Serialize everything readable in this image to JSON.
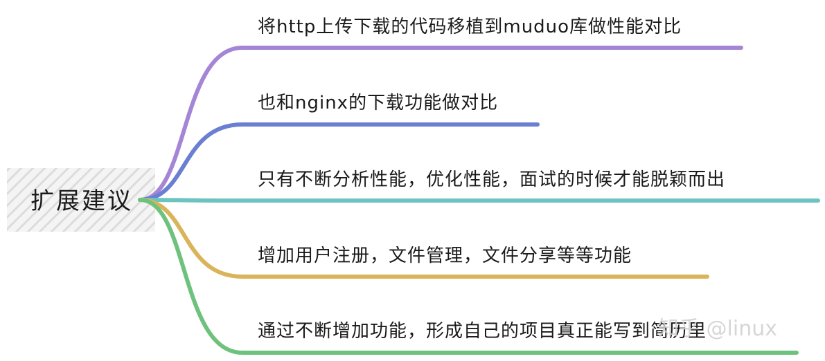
{
  "root": {
    "label": "扩展建议"
  },
  "branches": [
    {
      "label": "将http上传下载的代码移植到muduo库做性能对比",
      "color": "#a586d6"
    },
    {
      "label": "也和nginx的下载功能做对比",
      "color": "#6a7fd2"
    },
    {
      "label": "只有不断分析性能，优化性能，面试的时候才能脱颖而出",
      "color": "#6cc3c0"
    },
    {
      "label": "增加用户注册，文件管理，文件分享等等功能",
      "color": "#d9b45a"
    },
    {
      "label": "通过不断增加功能，形成自己的项目真正能写到简历里",
      "color": "#6fc27d"
    }
  ],
  "watermark": {
    "text": "知乎 @linux"
  }
}
